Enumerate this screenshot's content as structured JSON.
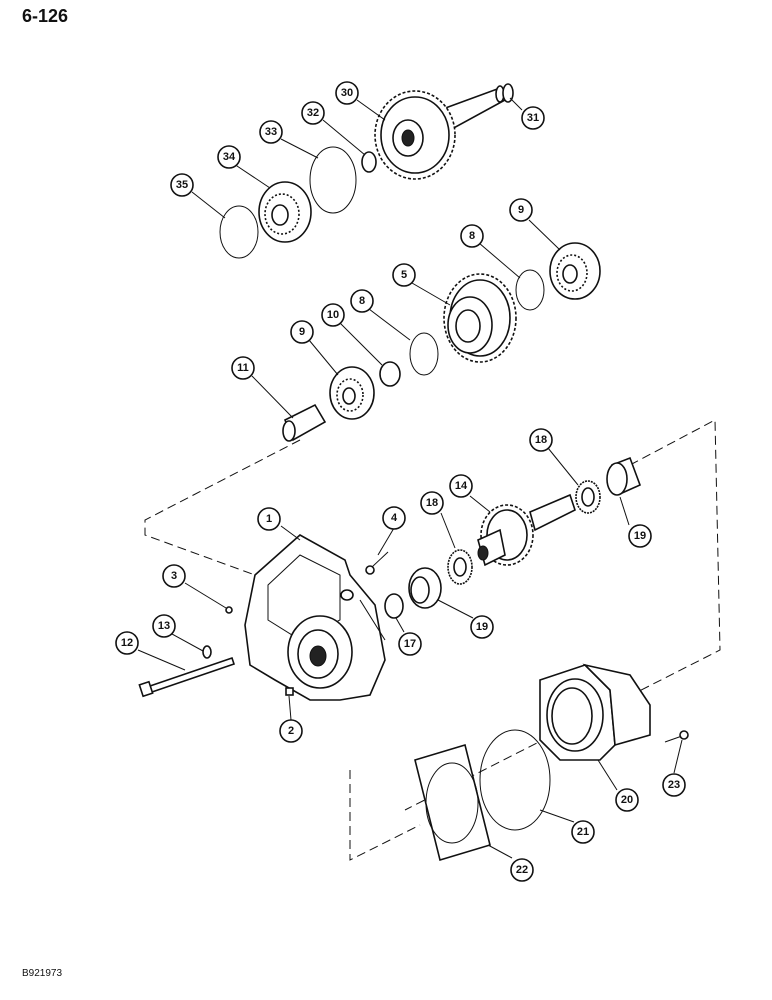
{
  "page_number": "6-126",
  "figure_code": "B921973",
  "callouts": [
    {
      "id": "c30",
      "label": "30"
    },
    {
      "id": "c31",
      "label": "31"
    },
    {
      "id": "c32",
      "label": "32"
    },
    {
      "id": "c33",
      "label": "33"
    },
    {
      "id": "c34",
      "label": "34"
    },
    {
      "id": "c35",
      "label": "35"
    },
    {
      "id": "c9a",
      "label": "9"
    },
    {
      "id": "c8a",
      "label": "8"
    },
    {
      "id": "c5",
      "label": "5"
    },
    {
      "id": "c8b",
      "label": "8"
    },
    {
      "id": "c10",
      "label": "10"
    },
    {
      "id": "c9b",
      "label": "9"
    },
    {
      "id": "c11",
      "label": "11"
    },
    {
      "id": "c18a",
      "label": "18"
    },
    {
      "id": "c19a",
      "label": "19"
    },
    {
      "id": "c14",
      "label": "14"
    },
    {
      "id": "c18b",
      "label": "18"
    },
    {
      "id": "c1",
      "label": "1"
    },
    {
      "id": "c4",
      "label": "4"
    },
    {
      "id": "c3",
      "label": "3"
    },
    {
      "id": "c13",
      "label": "13"
    },
    {
      "id": "c12",
      "label": "12"
    },
    {
      "id": "c17",
      "label": "17"
    },
    {
      "id": "c19b",
      "label": "19"
    },
    {
      "id": "c2",
      "label": "2"
    },
    {
      "id": "c23",
      "label": "23"
    },
    {
      "id": "c20",
      "label": "20"
    },
    {
      "id": "c21",
      "label": "21"
    },
    {
      "id": "c22",
      "label": "22"
    }
  ]
}
